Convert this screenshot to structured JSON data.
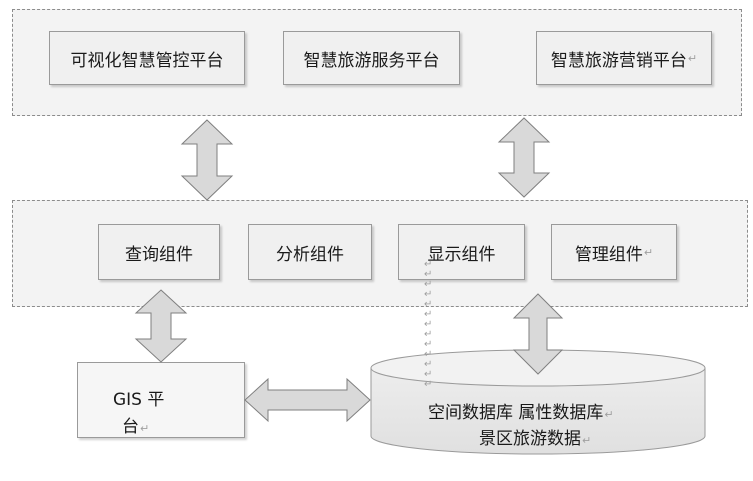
{
  "top_layer": {
    "platforms": [
      "可视化智慧管控平台",
      "智慧旅游服务平台",
      "智慧旅游营销平台"
    ]
  },
  "middle_layer": {
    "components": [
      "查询组件",
      "分析组件",
      "显示组件",
      "管理组件"
    ]
  },
  "gis": {
    "line1": "GIS  平",
    "line2": "台"
  },
  "database": {
    "line1": "空间数据库 属性数据库",
    "line2": "景区旅游数据"
  }
}
